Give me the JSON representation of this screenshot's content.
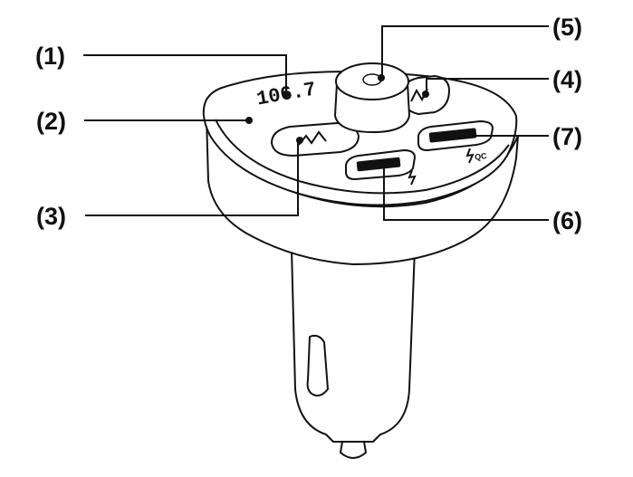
{
  "device_text": {
    "display": "106.7",
    "usb_port_icon": "lightning-bolt-icon",
    "quick_charge_icon": "lightning-bolt-qc-icon"
  },
  "callouts": [
    {
      "id": "1",
      "label": "(1)"
    },
    {
      "id": "2",
      "label": "(2)"
    },
    {
      "id": "3",
      "label": "(3)"
    },
    {
      "id": "4",
      "label": "(4)"
    },
    {
      "id": "5",
      "label": "(5)"
    },
    {
      "id": "6",
      "label": "(6)"
    },
    {
      "id": "7",
      "label": "(7)"
    }
  ]
}
